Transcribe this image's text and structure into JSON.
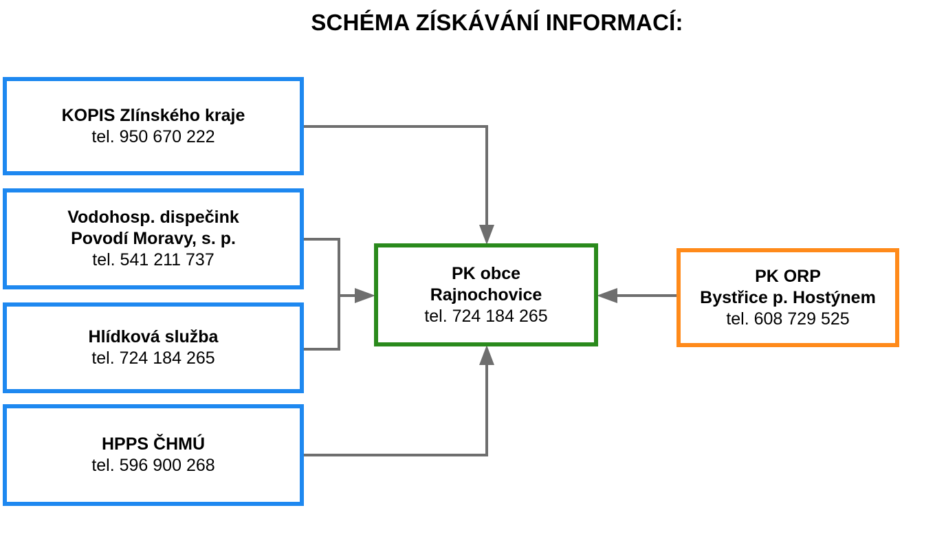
{
  "title": "SCHÉMA ZÍSKÁVÁNÍ INFORMACÍ:",
  "colors": {
    "source_border": "#1e88f0",
    "center_border": "#2a8a1c",
    "orp_border": "#ff8a1a",
    "connector": "#6e6e6e"
  },
  "sources": [
    {
      "name": "KOPIS Zlínského kraje",
      "phone": "tel. 950 670 222"
    },
    {
      "name_line1": "Vodohosp. dispečink",
      "name_line2": "Povodí Moravy, s. p.",
      "phone": "tel. 541 211 737"
    },
    {
      "name": "Hlídková služba",
      "phone": "tel. 724 184 265"
    },
    {
      "name": "HPPS ČHMÚ",
      "phone": "tel. 596 900 268"
    }
  ],
  "center": {
    "line1": "PK obce",
    "line2": "Rajnochovice",
    "phone": "tel. 724 184 265"
  },
  "orp": {
    "line1": "PK ORP",
    "line2": "Bystřice p. Hostýnem",
    "phone": "tel. 608 729 525"
  }
}
